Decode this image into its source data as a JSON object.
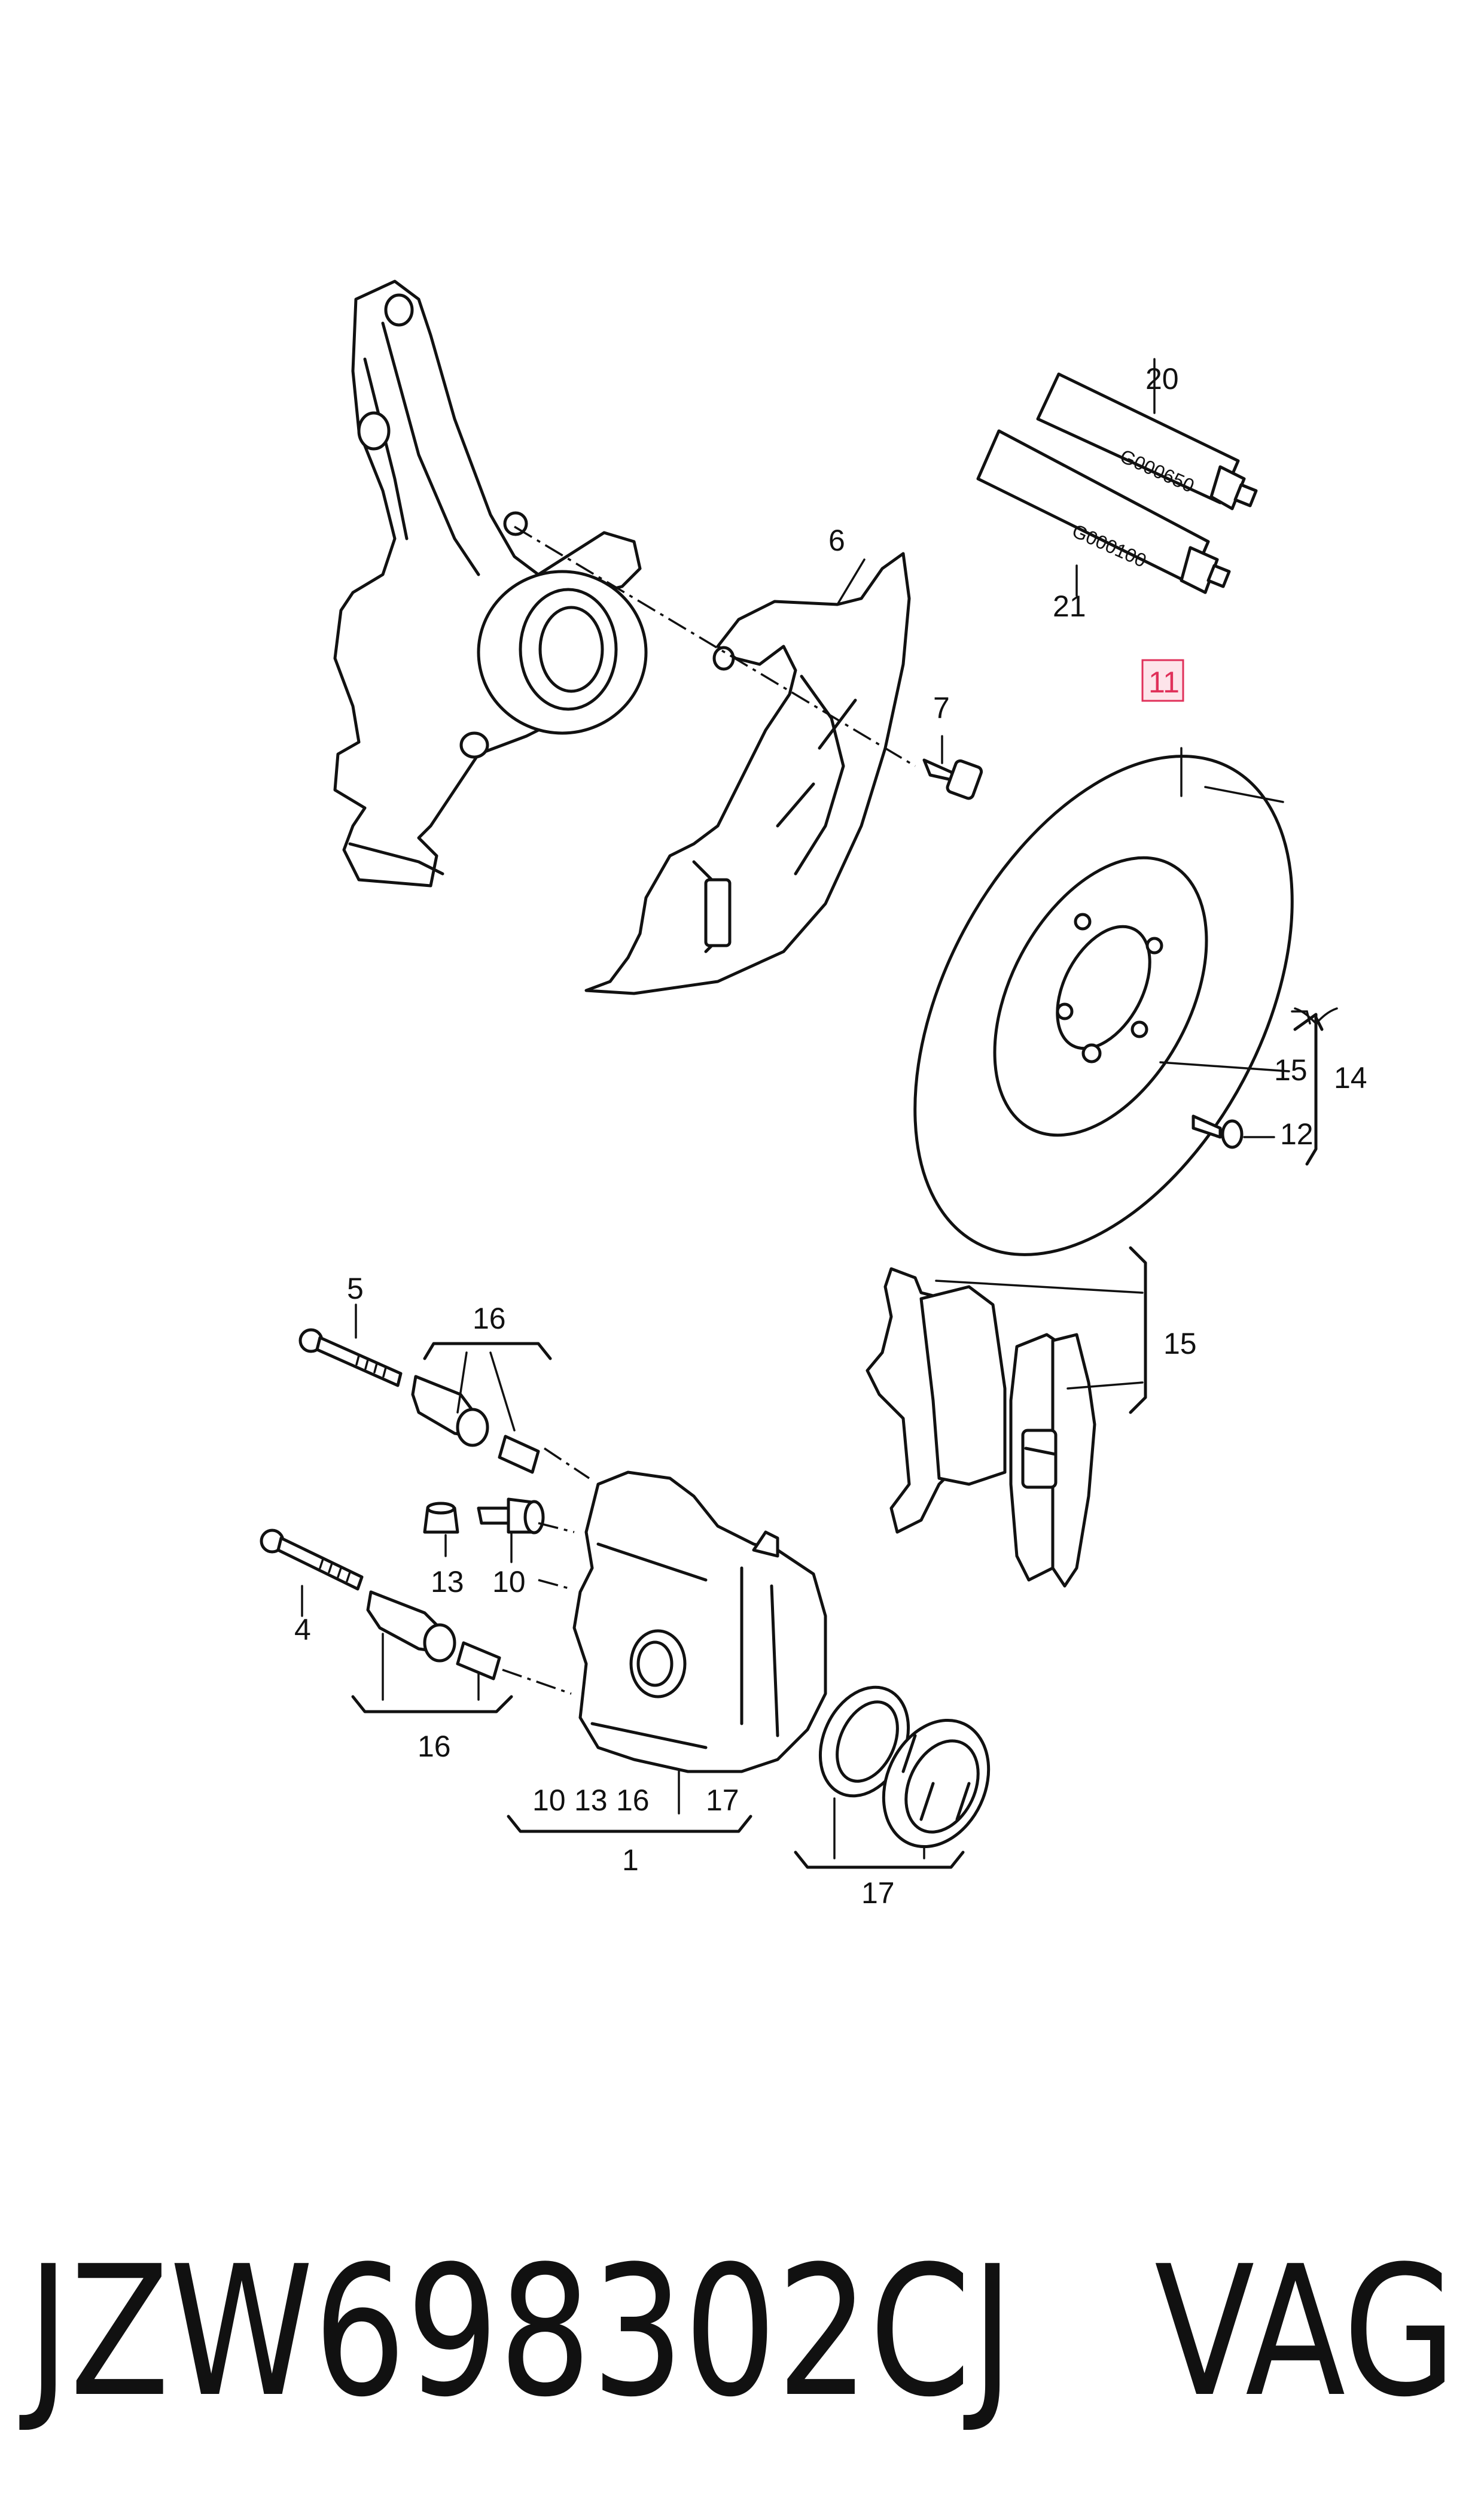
{
  "callouts": {
    "c1": "1",
    "c4": "4",
    "c5": "5",
    "c6": "6",
    "c7": "7",
    "c10": "10",
    "c11": "11",
    "c12": "12",
    "c13": "13",
    "c14": "14",
    "c15_disc": "15",
    "c15_pads": "15",
    "c16_top": "16",
    "c16_bottom": "16",
    "c17_seals": "17",
    "c20": "20",
    "c21": "21",
    "caliper_group": [
      "10",
      "13",
      "16",
      "17"
    ],
    "caliper_group_17": "17"
  },
  "tubes": {
    "t20": "G000650",
    "t21": "G000100"
  },
  "highlight_color": "#e0305a",
  "footer": {
    "part_number": "JZW698302CJ",
    "brand": "VAG"
  }
}
